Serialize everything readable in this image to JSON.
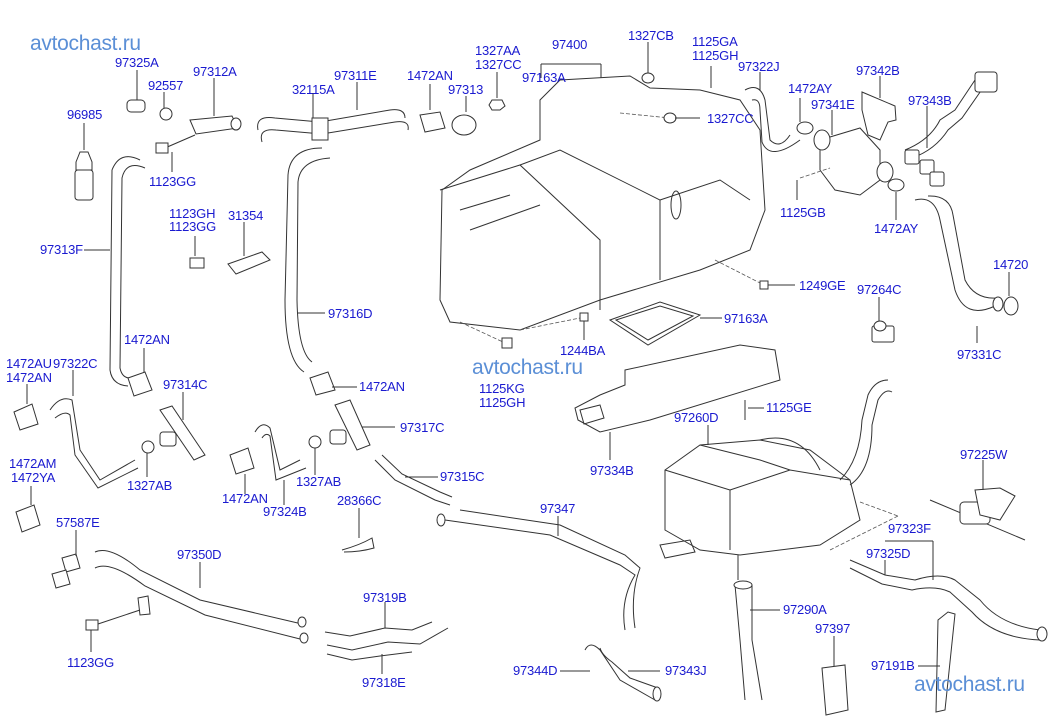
{
  "diagram": {
    "title": "Heater / coolant piping exploded parts diagram",
    "label_color": "#1a1ad0",
    "watermark_color": "#5b8fd6",
    "watermarks": [
      "avtochast.ru",
      "avtochast.ru",
      "avtochast.ru"
    ],
    "labels": [
      {
        "id": "97325A",
        "text": "97325A"
      },
      {
        "id": "92557",
        "text": "92557"
      },
      {
        "id": "97312A",
        "text": "97312A"
      },
      {
        "id": "96985",
        "text": "96985"
      },
      {
        "id": "1123GG_a",
        "text": "1123GG"
      },
      {
        "id": "97313F",
        "text": "97313F"
      },
      {
        "id": "1123GH",
        "text": "1123GH"
      },
      {
        "id": "1123GG_b",
        "text": "1123GG"
      },
      {
        "id": "31354",
        "text": "31354"
      },
      {
        "id": "32115A",
        "text": "32115A"
      },
      {
        "id": "97311E",
        "text": "97311E"
      },
      {
        "id": "1472AN_top",
        "text": "1472AN"
      },
      {
        "id": "97313",
        "text": "97313"
      },
      {
        "id": "1327AA",
        "text": "1327AA"
      },
      {
        "id": "1327CC_a",
        "text": "1327CC"
      },
      {
        "id": "97400",
        "text": "97400"
      },
      {
        "id": "97163A_top",
        "text": "97163A"
      },
      {
        "id": "1327CB",
        "text": "1327CB"
      },
      {
        "id": "1125GA",
        "text": "1125GA"
      },
      {
        "id": "1125GH_top",
        "text": "1125GH"
      },
      {
        "id": "1327CC_b",
        "text": "1327CC"
      },
      {
        "id": "97322J",
        "text": "97322J"
      },
      {
        "id": "97342B",
        "text": "97342B"
      },
      {
        "id": "1472AY_top",
        "text": "1472AY"
      },
      {
        "id": "97341E",
        "text": "97341E"
      },
      {
        "id": "97343B",
        "text": "97343B"
      },
      {
        "id": "1125GB",
        "text": "1125GB"
      },
      {
        "id": "1472AY_bot",
        "text": "1472AY"
      },
      {
        "id": "14720",
        "text": "14720"
      },
      {
        "id": "97264C",
        "text": "97264C"
      },
      {
        "id": "97331C",
        "text": "97331C"
      },
      {
        "id": "1249GE",
        "text": "1249GE"
      },
      {
        "id": "97163A_mid",
        "text": "97163A"
      },
      {
        "id": "1244BA",
        "text": "1244BA"
      },
      {
        "id": "1125KG",
        "text": "1125KG"
      },
      {
        "id": "1125GH_mid",
        "text": "1125GH"
      },
      {
        "id": "97316D",
        "text": "97316D"
      },
      {
        "id": "1472AN_left",
        "text": "1472AN"
      },
      {
        "id": "1472AU",
        "text": "1472AU"
      },
      {
        "id": "97322C",
        "text": "97322C"
      },
      {
        "id": "1472AN_l2",
        "text": "1472AN"
      },
      {
        "id": "97314C",
        "text": "97314C"
      },
      {
        "id": "1472AN_mid",
        "text": "1472AN"
      },
      {
        "id": "97317C",
        "text": "97317C"
      },
      {
        "id": "1327AB_a",
        "text": "1327AB"
      },
      {
        "id": "1327AB_b",
        "text": "1327AB"
      },
      {
        "id": "1472AM",
        "text": "1472AM"
      },
      {
        "id": "1472YA",
        "text": "1472YA"
      },
      {
        "id": "1472AN_low",
        "text": "1472AN"
      },
      {
        "id": "97324B",
        "text": "97324B"
      },
      {
        "id": "97315C",
        "text": "97315C"
      },
      {
        "id": "28366C",
        "text": "28366C"
      },
      {
        "id": "57587E",
        "text": "57587E"
      },
      {
        "id": "97334B",
        "text": "97334B"
      },
      {
        "id": "97260D",
        "text": "97260D"
      },
      {
        "id": "1125GE",
        "text": "1125GE"
      },
      {
        "id": "97225W",
        "text": "97225W"
      },
      {
        "id": "97347",
        "text": "97347"
      },
      {
        "id": "97350D",
        "text": "97350D"
      },
      {
        "id": "97323F",
        "text": "97323F"
      },
      {
        "id": "97325D",
        "text": "97325D"
      },
      {
        "id": "1123GG_c",
        "text": "1123GG"
      },
      {
        "id": "97319B",
        "text": "97319B"
      },
      {
        "id": "97318E",
        "text": "97318E"
      },
      {
        "id": "97290A",
        "text": "97290A"
      },
      {
        "id": "97397",
        "text": "97397"
      },
      {
        "id": "97344D",
        "text": "97344D"
      },
      {
        "id": "97343J",
        "text": "97343J"
      },
      {
        "id": "97191B",
        "text": "97191B"
      }
    ]
  }
}
